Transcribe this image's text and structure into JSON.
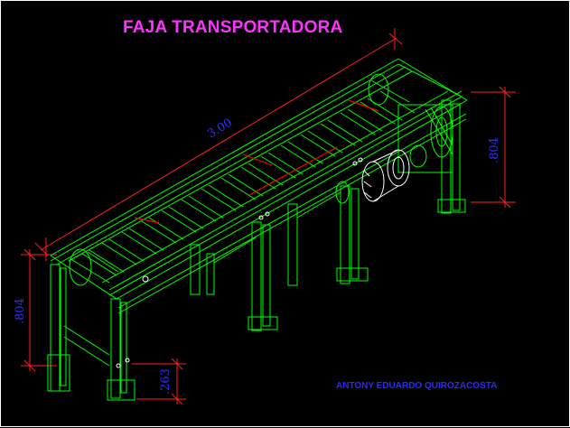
{
  "drawing": {
    "title": "FAJA TRANSPORTADORA",
    "author": "ANTONY EDUARDO QUIROZACOSTA",
    "dimensions": {
      "length": "3.00",
      "height_left": ".804",
      "height_right": ".804",
      "foot": ".263"
    }
  },
  "colors": {
    "background": "#000000",
    "frame_lines": "#00ff00",
    "dimension_lines": "#ff2020",
    "dimension_text": "#3030ff",
    "title": "#ff33ff",
    "belt_accent": "#ff0000",
    "motor": "#ffffff"
  }
}
